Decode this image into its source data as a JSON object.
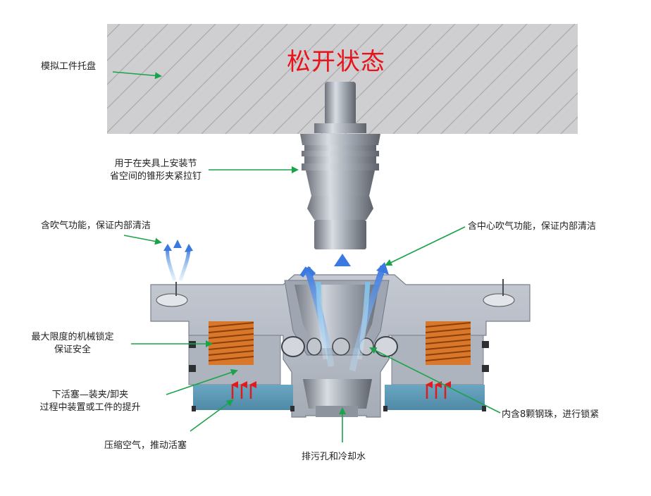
{
  "title": "松开状态",
  "labels": {
    "workpiece_pallet": "模拟工件托盘",
    "pull_stud_line1": "用于在夹具上安装节",
    "pull_stud_line2": "省空间的锥形夹紧拉钉",
    "air_blow": "含吹气功能，保证内部清洁",
    "center_air_blow": "含中心吹气功能，保证内部清洁",
    "mech_lock_line1": "最大限度的机械锁定",
    "mech_lock_line2": "保证安全",
    "piston_line1": "下活塞—装夹/卸夹",
    "piston_line2": "过程中装置或工件的提升",
    "compressed_air": "压缩空气，推动活塞",
    "drain": "排污孔和冷却水",
    "steel_balls": "内含8颗钢珠，进行锁紧"
  },
  "colors": {
    "title": "#e8141b",
    "leader": "#1aa34a",
    "pallet": "#cfcfd1",
    "body": "#b5bac4",
    "spring": "#d9782a",
    "air_chamber": "#5b96b3",
    "arrow_red": "#e01b1b",
    "air_blue": "#4a86e0"
  }
}
